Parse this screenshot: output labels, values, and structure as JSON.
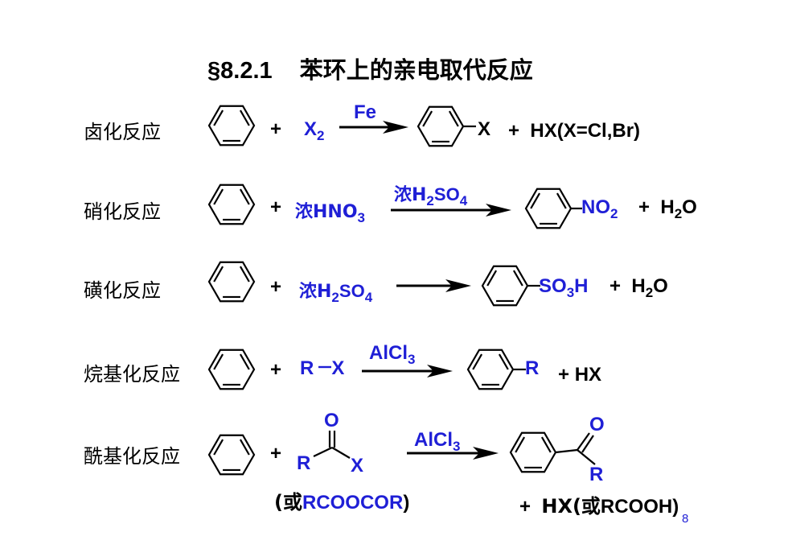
{
  "title": {
    "section": "§8.2.1",
    "text": "苯环上的亲电取代反应"
  },
  "reactions": [
    {
      "name": "卤化反应",
      "plus": "+",
      "reagent": "X",
      "reagent_sub": "2",
      "catalyst": "Fe",
      "product_sub": "X",
      "byproduct": "HX(X=Cl,Br)"
    },
    {
      "name": "硝化反应",
      "plus": "+",
      "reagent_pre": "浓HNO",
      "reagent_sub": "3",
      "catalyst_pre": "浓H",
      "catalyst_sub1": "2",
      "catalyst_mid": "SO",
      "catalyst_sub2": "4",
      "product_sub_pre": "NO",
      "product_sub_sub": "2",
      "byproduct_pre": "H",
      "byproduct_sub": "2",
      "byproduct_post": "O"
    },
    {
      "name": "磺化反应",
      "plus": "+",
      "reagent_pre": "浓H",
      "reagent_sub1": "2",
      "reagent_mid": "SO",
      "reagent_sub2": "4",
      "product_sub_pre": "SO",
      "product_sub_sub": "3",
      "product_sub_post": "H",
      "byproduct_pre": "H",
      "byproduct_sub": "2",
      "byproduct_post": "O"
    },
    {
      "name": "烷基化反应",
      "plus": "+",
      "reagent": "R–X",
      "catalyst_pre": "AlCl",
      "catalyst_sub": "3",
      "product_sub": "R",
      "byproduct": "HX"
    },
    {
      "name": "酰基化反应",
      "plus": "+",
      "acyl_o": "O",
      "acyl_r": "R",
      "acyl_x": "X",
      "alt_reagent_open": "(或",
      "alt_reagent": "RCOOCOR",
      "alt_reagent_close": ")",
      "catalyst_pre": "AlCl",
      "catalyst_sub": "3",
      "product_o": "O",
      "product_r": "R",
      "byproduct_pre": "HX(或",
      "byproduct_alt": "RCOOH",
      "byproduct_close": ")"
    }
  ],
  "page_number": "8",
  "colors": {
    "reagent": "#1f1fd6",
    "text": "#000000"
  }
}
